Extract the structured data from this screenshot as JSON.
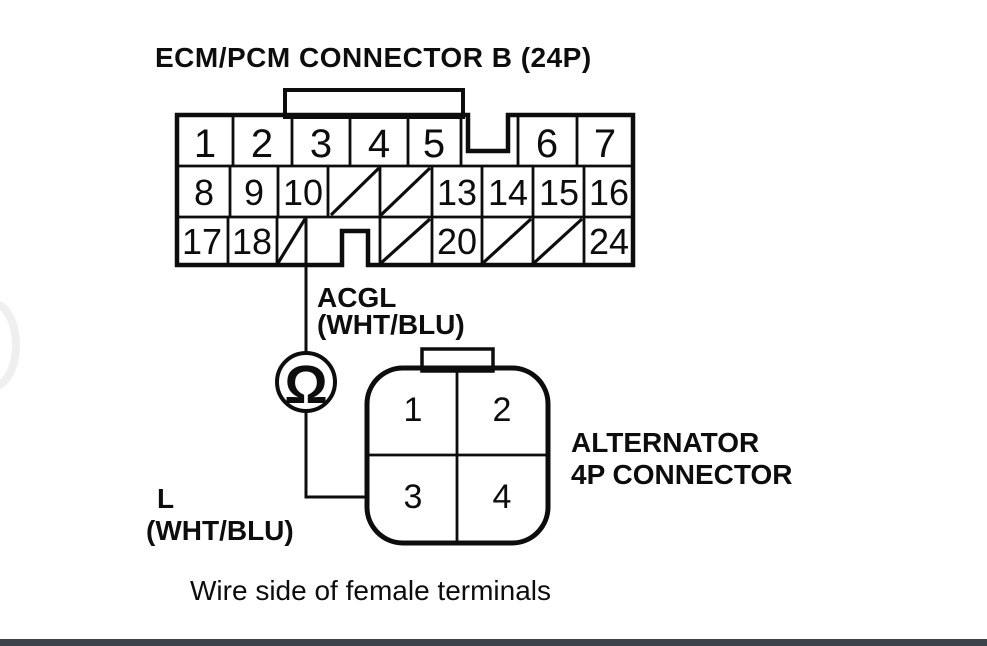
{
  "colors": {
    "ink": "#0d0d0d",
    "paper": "#ffffff",
    "bottom_bar": "#3c434b"
  },
  "ecm": {
    "title": "ECM/PCM CONNECTOR B (24P)",
    "row1": [
      "1",
      "2",
      "3",
      "4",
      "5",
      "6",
      "7"
    ],
    "row2": [
      "8",
      "9",
      "10",
      "13",
      "14",
      "15",
      "16"
    ],
    "row3": [
      "17",
      "18",
      "20",
      "24"
    ]
  },
  "meter": {
    "symbol": "Ω"
  },
  "wire_top": {
    "name": "ACGL",
    "color": "(WHT/BLU)"
  },
  "wire_bottom": {
    "name": "L",
    "color": "(WHT/BLU)"
  },
  "alternator": {
    "label_line1": "ALTERNATOR",
    "label_line2": "4P CONNECTOR",
    "pins": [
      "1",
      "2",
      "3",
      "4"
    ]
  },
  "caption": "Wire side of female terminals"
}
